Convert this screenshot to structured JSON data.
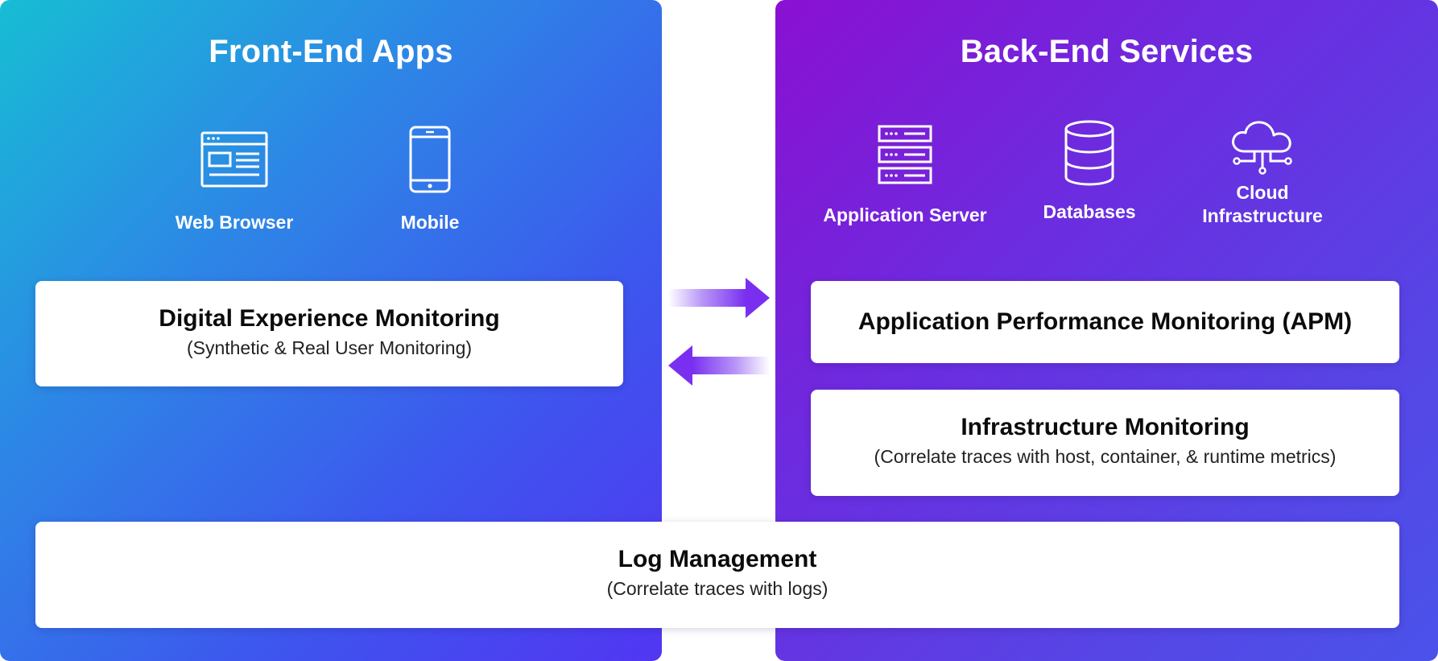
{
  "frontend": {
    "title": "Front-End Apps",
    "items": [
      {
        "label": "Web Browser",
        "icon": "browser-window-icon"
      },
      {
        "label": "Mobile",
        "icon": "mobile-phone-icon"
      }
    ],
    "card": {
      "title": "Digital Experience Monitoring",
      "subtitle": "(Synthetic & Real User Monitoring)"
    }
  },
  "backend": {
    "title": "Back-End Services",
    "items": [
      {
        "label": "Application Server",
        "icon": "server-stack-icon"
      },
      {
        "label": "Databases",
        "icon": "database-icon"
      },
      {
        "label": "Cloud",
        "label_line2": "Infrastructure",
        "icon": "cloud-network-icon"
      }
    ],
    "apm_card": {
      "title": "Application Performance Monitoring (APM)"
    },
    "infra_card": {
      "title": "Infrastructure Monitoring",
      "subtitle": "(Correlate traces with host, container, & runtime metrics)"
    }
  },
  "log_card": {
    "title": "Log Management",
    "subtitle": "(Correlate traces with logs)"
  },
  "colors": {
    "frontend_gradient_start": "#17bdd4",
    "frontend_gradient_end": "#5236f2",
    "backend_gradient_start": "#8a10d2",
    "backend_gradient_end": "#4a52ea",
    "arrow": "#7b3cf0"
  }
}
